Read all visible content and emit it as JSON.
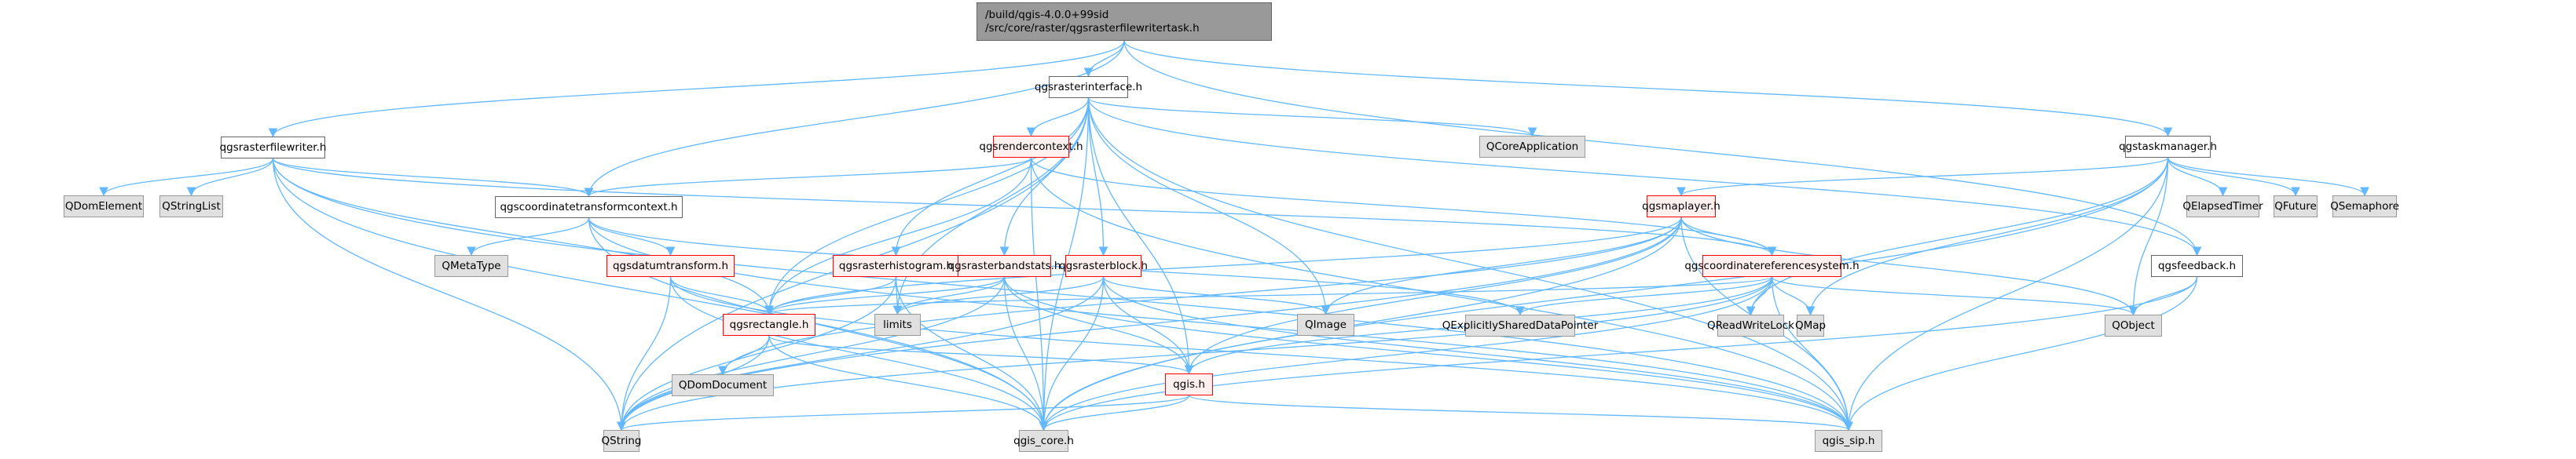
{
  "title": "Include dependency graph for qgsrasterfilewritertask.h",
  "colors": {
    "edge": "#63b8ff",
    "root_fill": "#999999",
    "external_fill": "#e0e0e0",
    "highlight_border": "#ff0000",
    "highlight_fill": "#fff0f0"
  },
  "nodes": [
    {
      "id": "root",
      "label_line1": "/build/qgis-4.0.0+99sid",
      "label_line2": "/src/core/raster/qgsrasterfilewritertask.h",
      "kind": "root"
    },
    {
      "id": "qgsrasterfilewriter",
      "label": "qgsrasterfilewriter.h",
      "kind": "normal"
    },
    {
      "id": "qgsrasterinterface",
      "label": "qgsrasterinterface.h",
      "kind": "normal"
    },
    {
      "id": "qgstaskmanager",
      "label": "qgstaskmanager.h",
      "kind": "normal"
    },
    {
      "id": "QDomElement",
      "label": "QDomElement",
      "kind": "ext"
    },
    {
      "id": "QStringList",
      "label": "QStringList",
      "kind": "ext"
    },
    {
      "id": "qgscoordinatetransformcontext",
      "label": "qgscoordinatetransformcontext.h",
      "kind": "normal"
    },
    {
      "id": "QCoreApplication",
      "label": "QCoreApplication",
      "kind": "ext"
    },
    {
      "id": "qgsrendercontext",
      "label": "qgsrendercontext.h",
      "kind": "red"
    },
    {
      "id": "qgsmaplayer",
      "label": "qgsmaplayer.h",
      "kind": "red"
    },
    {
      "id": "QElapsedTimer",
      "label": "QElapsedTimer",
      "kind": "ext"
    },
    {
      "id": "QFuture",
      "label": "QFuture",
      "kind": "ext"
    },
    {
      "id": "QSemaphore",
      "label": "QSemaphore",
      "kind": "ext"
    },
    {
      "id": "QMetaType",
      "label": "QMetaType",
      "kind": "ext"
    },
    {
      "id": "qgsdatumtransform",
      "label": "qgsdatumtransform.h",
      "kind": "red"
    },
    {
      "id": "qgsrasterhistogram",
      "label": "qgsrasterhistogram.h",
      "kind": "red"
    },
    {
      "id": "qgsrasterbandstats",
      "label": "qgsrasterbandstats.h",
      "kind": "red"
    },
    {
      "id": "qgsrasterblock",
      "label": "qgsrasterblock.h",
      "kind": "red"
    },
    {
      "id": "qgscoordinatereferencesystem",
      "label": "qgscoordinatereferencesystem.h",
      "kind": "red"
    },
    {
      "id": "qgsfeedback",
      "label": "qgsfeedback.h",
      "kind": "normal"
    },
    {
      "id": "qgsrectangle",
      "label": "qgsrectangle.h",
      "kind": "red"
    },
    {
      "id": "limits",
      "label": "limits",
      "kind": "ext"
    },
    {
      "id": "QImage",
      "label": "QImage",
      "kind": "ext"
    },
    {
      "id": "QExplicitlySharedDataPointer",
      "label": "QExplicitlySharedDataPointer",
      "kind": "ext"
    },
    {
      "id": "QReadWriteLock",
      "label": "QReadWriteLock",
      "kind": "ext"
    },
    {
      "id": "QMap",
      "label": "QMap",
      "kind": "ext"
    },
    {
      "id": "QObject",
      "label": "QObject",
      "kind": "ext"
    },
    {
      "id": "QDomDocument",
      "label": "QDomDocument",
      "kind": "ext"
    },
    {
      "id": "qgis",
      "label": "qgis.h",
      "kind": "red"
    },
    {
      "id": "QString",
      "label": "QString",
      "kind": "ext"
    },
    {
      "id": "qgis_core",
      "label": "qgis_core.h",
      "kind": "ext"
    },
    {
      "id": "qgis_sip",
      "label": "qgis_sip.h",
      "kind": "ext"
    }
  ],
  "edges": [
    [
      "root",
      "qgsrasterfilewriter"
    ],
    [
      "root",
      "qgsrasterinterface"
    ],
    [
      "root",
      "qgstaskmanager"
    ],
    [
      "root",
      "qgscoordinatetransformcontext"
    ],
    [
      "root",
      "qgsfeedback"
    ],
    [
      "qgsrasterfilewriter",
      "QDomElement"
    ],
    [
      "qgsrasterfilewriter",
      "QStringList"
    ],
    [
      "qgsrasterfilewriter",
      "qgscoordinatetransformcontext"
    ],
    [
      "qgsrasterfilewriter",
      "qgsrectangle"
    ],
    [
      "qgsrasterfilewriter",
      "QString"
    ],
    [
      "qgsrasterfilewriter",
      "qgis_core"
    ],
    [
      "qgsrasterfilewriter",
      "qgis_sip"
    ],
    [
      "qgsrasterfilewriter",
      "qgscoordinatereferencesystem"
    ],
    [
      "qgsrasterinterface",
      "QCoreApplication"
    ],
    [
      "qgsrasterinterface",
      "qgsrendercontext"
    ],
    [
      "qgsrasterinterface",
      "qgsrasterhistogram"
    ],
    [
      "qgsrasterinterface",
      "qgsrasterbandstats"
    ],
    [
      "qgsrasterinterface",
      "qgsrasterblock"
    ],
    [
      "qgsrasterinterface",
      "QImage"
    ],
    [
      "qgsrasterinterface",
      "limits"
    ],
    [
      "qgsrasterinterface",
      "qgsrectangle"
    ],
    [
      "qgsrasterinterface",
      "qgis"
    ],
    [
      "qgsrasterinterface",
      "QString"
    ],
    [
      "qgsrasterinterface",
      "qgis_core"
    ],
    [
      "qgsrasterinterface",
      "qgis_sip"
    ],
    [
      "qgsrasterinterface",
      "qgsfeedback"
    ],
    [
      "qgsrendercontext",
      "qgscoordinatetransformcontext"
    ],
    [
      "qgsrendercontext",
      "qgsrectangle"
    ],
    [
      "qgsrendercontext",
      "qgscoordinatereferencesystem"
    ],
    [
      "qgsrendercontext",
      "qgis_core"
    ],
    [
      "qgsrendercontext",
      "qgis_sip"
    ],
    [
      "qgscoordinatetransformcontext",
      "QMetaType"
    ],
    [
      "qgscoordinatetransformcontext",
      "qgsdatumtransform"
    ],
    [
      "qgscoordinatetransformcontext",
      "qgis_core"
    ],
    [
      "qgscoordinatetransformcontext",
      "qgis_sip"
    ],
    [
      "qgscoordinatetransformcontext",
      "QExplicitlySharedDataPointer"
    ],
    [
      "qgsdatumtransform",
      "qgsrectangle"
    ],
    [
      "qgsdatumtransform",
      "QString"
    ],
    [
      "qgsdatumtransform",
      "qgis_core"
    ],
    [
      "qgsdatumtransform",
      "qgis_sip"
    ],
    [
      "qgsrasterhistogram",
      "qgsrectangle"
    ],
    [
      "qgsrasterhistogram",
      "limits"
    ],
    [
      "qgsrasterhistogram",
      "qgis_core"
    ],
    [
      "qgsrasterhistogram",
      "QString"
    ],
    [
      "qgsrasterbandstats",
      "qgsrectangle"
    ],
    [
      "qgsrasterbandstats",
      "limits"
    ],
    [
      "qgsrasterbandstats",
      "qgis"
    ],
    [
      "qgsrasterbandstats",
      "qgis_core"
    ],
    [
      "qgsrasterbandstats",
      "qgis_sip"
    ],
    [
      "qgsrasterbandstats",
      "QString"
    ],
    [
      "qgsrasterblock",
      "QImage"
    ],
    [
      "qgsrasterblock",
      "limits"
    ],
    [
      "qgsrasterblock",
      "qgis"
    ],
    [
      "qgsrasterblock",
      "qgis_core"
    ],
    [
      "qgsrasterblock",
      "qgis_sip"
    ],
    [
      "qgsrasterblock",
      "QString"
    ],
    [
      "qgstaskmanager",
      "qgsmaplayer"
    ],
    [
      "qgstaskmanager",
      "QElapsedTimer"
    ],
    [
      "qgstaskmanager",
      "QFuture"
    ],
    [
      "qgstaskmanager",
      "QSemaphore"
    ],
    [
      "qgstaskmanager",
      "QObject"
    ],
    [
      "qgstaskmanager",
      "QReadWriteLock"
    ],
    [
      "qgstaskmanager",
      "QMap"
    ],
    [
      "qgstaskmanager",
      "qgis_core"
    ],
    [
      "qgstaskmanager",
      "qgis_sip"
    ],
    [
      "qgsmaplayer",
      "qgscoordinatereferencesystem"
    ],
    [
      "qgsmaplayer",
      "qgsrectangle"
    ],
    [
      "qgsmaplayer",
      "QImage"
    ],
    [
      "qgsmaplayer",
      "qgis"
    ],
    [
      "qgsmaplayer",
      "QObject"
    ],
    [
      "qgsmaplayer",
      "QString"
    ],
    [
      "qgsmaplayer",
      "qgis_core"
    ],
    [
      "qgsmaplayer",
      "qgis_sip"
    ],
    [
      "qgsmaplayer",
      "QDomDocument"
    ],
    [
      "qgscoordinatereferencesystem",
      "qgsrectangle"
    ],
    [
      "qgscoordinatereferencesystem",
      "QExplicitlySharedDataPointer"
    ],
    [
      "qgscoordinatereferencesystem",
      "QReadWriteLock"
    ],
    [
      "qgscoordinatereferencesystem",
      "QMap"
    ],
    [
      "qgscoordinatereferencesystem",
      "QObject"
    ],
    [
      "qgscoordinatereferencesystem",
      "qgis"
    ],
    [
      "qgscoordinatereferencesystem",
      "QString"
    ],
    [
      "qgscoordinatereferencesystem",
      "qgis_core"
    ],
    [
      "qgscoordinatereferencesystem",
      "qgis_sip"
    ],
    [
      "qgsfeedback",
      "QObject"
    ],
    [
      "qgsfeedback",
      "qgis_core"
    ],
    [
      "qgsfeedback",
      "qgis_sip"
    ],
    [
      "qgsrectangle",
      "QDomDocument"
    ],
    [
      "qgsrectangle",
      "qgis"
    ],
    [
      "qgsrectangle",
      "QString"
    ],
    [
      "qgsrectangle",
      "qgis_core"
    ],
    [
      "qgis",
      "QString"
    ],
    [
      "qgis",
      "qgis_core"
    ],
    [
      "qgis",
      "qgis_sip"
    ]
  ]
}
